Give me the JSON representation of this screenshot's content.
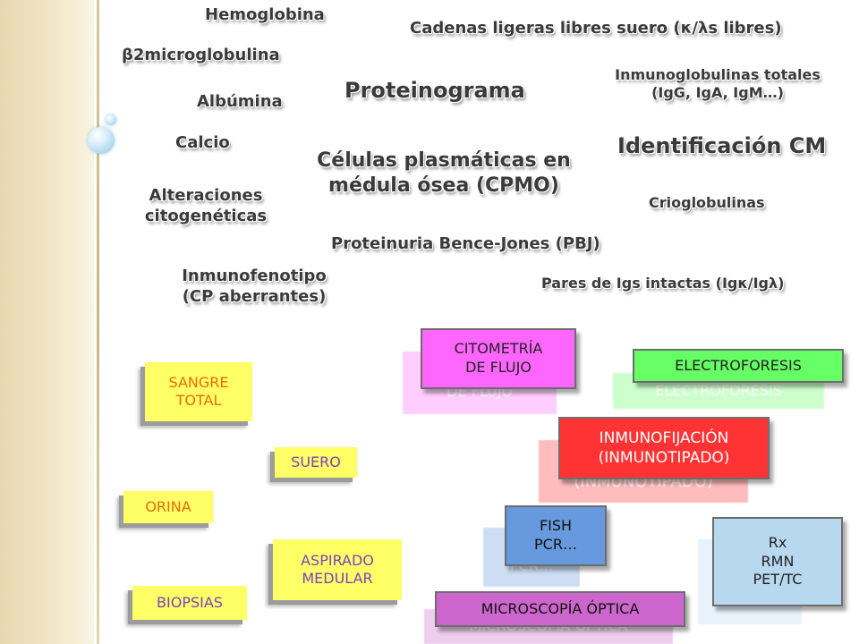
{
  "colors": {
    "sample_bg": "#ffff66",
    "sample_text": "#e46c0a",
    "sample_text_alt": "#7f3fbf",
    "cytometry_bg": "#ff66ff",
    "electrophoresis_bg": "#66ff66",
    "immunofixation_bg": "#ff3333",
    "fish_bg": "#6699dd",
    "microscopy_bg": "#cc66cc",
    "imaging_bg": "#b8d8f0"
  },
  "labels": {
    "hemoglobina": "Hemoglobina",
    "b2micro": "β2microglobulina",
    "albumina": "Albúmina",
    "calcio": "Calcio",
    "alteraciones": [
      "Alteraciones",
      "citogenéticas"
    ],
    "inmunofenotipo": [
      "Inmunofenotipo",
      "(CP aberrantes)"
    ],
    "cadenas": "Cadenas ligeras libres suero  (κ/λs libres)",
    "inmunoglobulinas": [
      "Inmunoglobulinas totales",
      "(IgG, IgA, IgM…)"
    ],
    "proteinograma": "Proteinograma",
    "identificacion": "Identificación CM",
    "celulas": [
      "Células plasmáticas  en",
      "médula ósea (CPMO)"
    ],
    "crioglobulinas": "Crioglobulinas",
    "proteinuria": "Proteinuria Bence-Jones  (PBJ)",
    "pares": "Pares de Igs intactas  (Igκ/Igλ)"
  },
  "samples": {
    "sangre": [
      "SANGRE",
      "TOTAL"
    ],
    "suero": "SUERO",
    "orina": "ORINA",
    "aspirado": [
      "ASPIRADO",
      "MEDULAR"
    ],
    "biopsias": "BIOPSIAS"
  },
  "techniques": {
    "citometria": [
      "CITOMETRÍA",
      "DE  FLUJO"
    ],
    "electroforesis": "ELECTROFORESIS",
    "inmunofijacion": [
      "INMUNOFIJACIÓN",
      "(INMUNOTIPADO)"
    ],
    "fish": [
      "FISH",
      "PCR…"
    ],
    "microscopia": "MICROSCOPÍA  ÓPTICA",
    "imagen": [
      "Rx",
      "RMN",
      "PET/TC"
    ]
  }
}
